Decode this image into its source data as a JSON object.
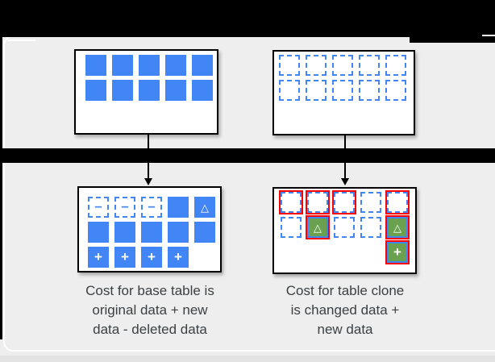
{
  "colors": {
    "page_background": "#eeeeee",
    "redaction_bar": "#000000",
    "panel_background": "#ffffff",
    "panel_border": "#000000",
    "block_blue": "#4285f4",
    "block_green": "#69a14f",
    "billed_outline_red": "#ff0000",
    "caption_text": "#3c4043",
    "card_outline": "#ffffff"
  },
  "glyphs": {
    "minus": "–",
    "plus": "+",
    "triangle": "△",
    "arrow": "↓"
  },
  "diagram": {
    "panels": [
      {
        "id": "base-table-before",
        "description": "base table at clone creation: all storage blocks present",
        "grid": [
          [
            "solid",
            "solid",
            "solid",
            "solid",
            "solid"
          ],
          [
            "solid",
            "solid",
            "solid",
            "solid",
            "solid"
          ]
        ]
      },
      {
        "id": "table-clone-before",
        "description": "table clone at creation: all blocks shared (dashed outline)",
        "grid": [
          [
            "dashed",
            "dashed",
            "dashed",
            "dashed",
            "dashed"
          ],
          [
            "dashed",
            "dashed",
            "dashed",
            "dashed",
            "dashed"
          ]
        ]
      },
      {
        "id": "base-table-after",
        "description": "base table after changes: deleted (minus), changed (triangle), added (plus) blocks",
        "grid": [
          [
            "dashed-minus",
            "dashed-minus",
            "dashed-minus",
            "solid",
            "solid-triangle"
          ],
          [
            "solid",
            "solid",
            "solid",
            "solid",
            "solid"
          ],
          [
            "solid-plus",
            "solid-plus",
            "solid-plus",
            "solid-plus",
            "empty"
          ]
        ]
      },
      {
        "id": "table-clone-after",
        "description": "table clone after changes: billed blocks outlined red, changed/added blocks green",
        "grid": [
          [
            "dashed-red",
            "dashed-red",
            "dashed-red",
            "dashed",
            "dashed-red"
          ],
          [
            "dashed",
            "green-triangle-red",
            "dashed",
            "dashed",
            "green-triangle-red"
          ],
          [
            "empty",
            "empty",
            "empty",
            "empty",
            "green-plus-red"
          ]
        ]
      }
    ],
    "captions": {
      "base_table": "Cost for base table is\noriginal data + new\ndata - deleted data",
      "table_clone": "Cost for table clone\nis changed data +\nnew data"
    }
  }
}
